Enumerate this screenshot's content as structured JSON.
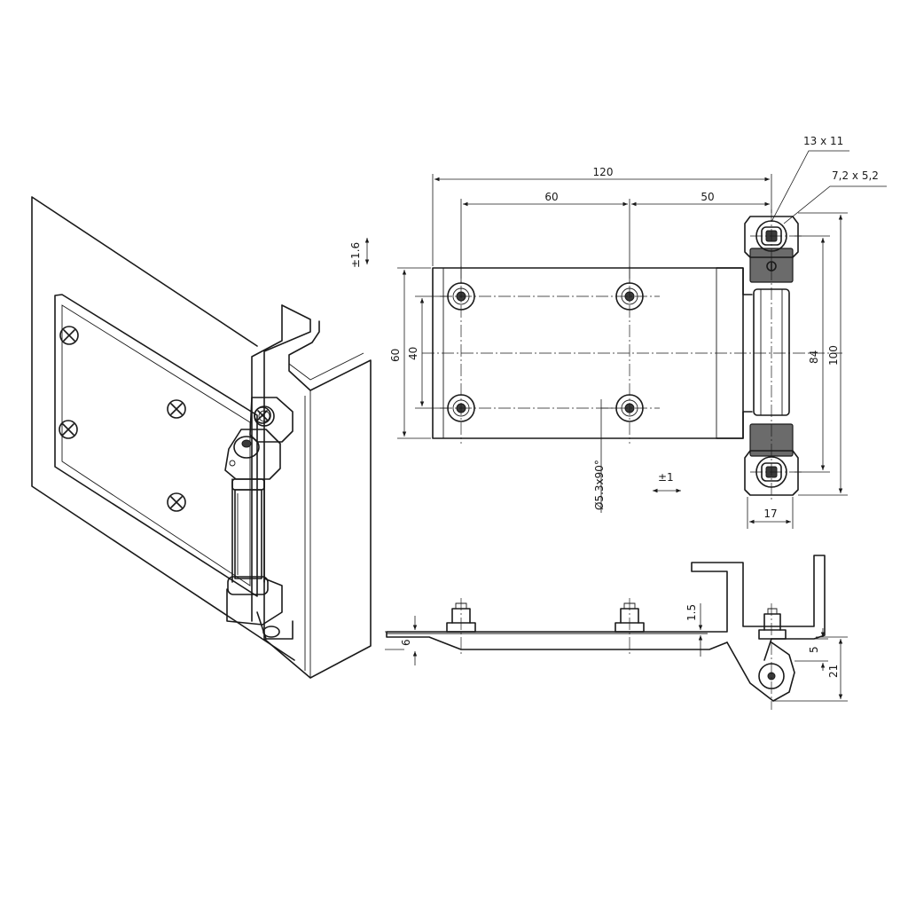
{
  "dimensions": {
    "width_120": "120",
    "width_60": "60",
    "width_50": "50",
    "slot_13x11": "13 x 11",
    "slot_72x52": "7,2 x 5,2",
    "tol_16": "±1.6",
    "height_60": "60",
    "height_40": "40",
    "height_84": "84",
    "height_100": "100",
    "hole_spec": "Ø5.3x90°",
    "tol_1": "±1",
    "width_17": "17",
    "thick_15": "1.5",
    "thick_6": "6",
    "offset_5": "5",
    "offset_21": "21"
  }
}
